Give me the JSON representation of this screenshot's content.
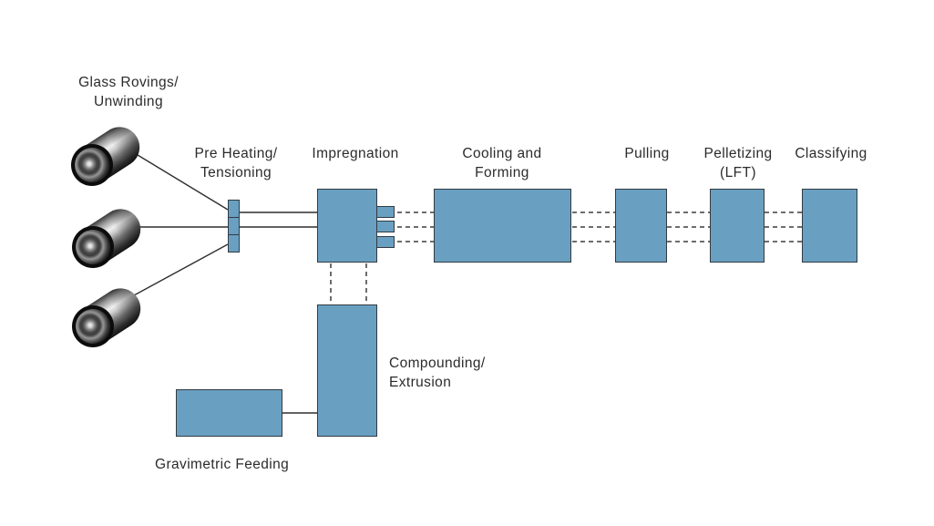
{
  "diagram": {
    "type": "process-flow",
    "labels": {
      "glass_rovings": "Glass Rovings/\nUnwinding",
      "pre_heating": "Pre Heating/\nTensioning",
      "impregnation": "Impregnation",
      "cooling": "Cooling and\nForming",
      "pulling": "Pulling",
      "pelletizing": "Pelletizing\n(LFT)",
      "classifying": "Classifying",
      "compounding": "Compounding/\nExtrusion",
      "gravimetric": "Gravimetric Feeding"
    },
    "flow_main": [
      "Glass Rovings/Unwinding",
      "Pre Heating/Tensioning",
      "Impregnation",
      "Cooling and Forming",
      "Pulling",
      "Pelletizing (LFT)",
      "Classifying"
    ],
    "flow_side": [
      "Gravimetric Feeding",
      "Compounding/Extrusion",
      "Impregnation"
    ],
    "colors": {
      "box_fill": "#69a0c2",
      "box_border": "#333a40",
      "solid_line": "#2f2f2f",
      "dashed_line": "#3d3d3d",
      "text": "#2b2b2b",
      "background": "#ffffff"
    }
  }
}
